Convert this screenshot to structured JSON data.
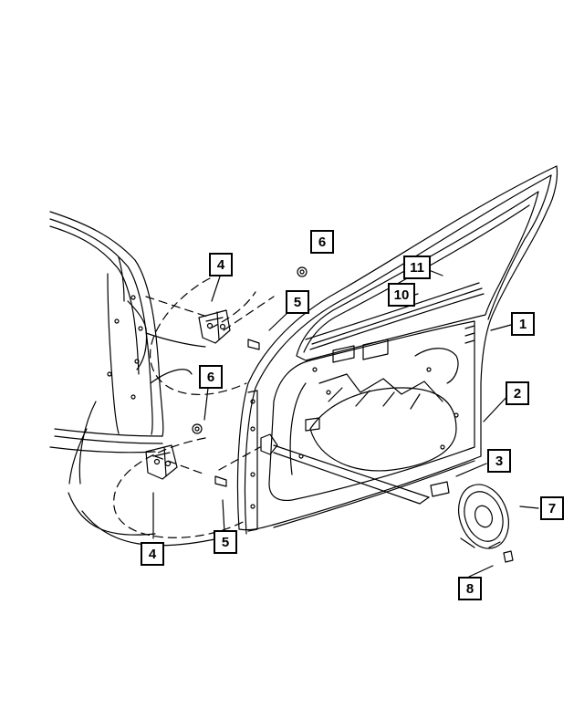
{
  "diagram": {
    "callouts": [
      "1",
      "2",
      "3",
      "4",
      "4",
      "5",
      "5",
      "6",
      "6",
      "7",
      "8",
      "10",
      "11"
    ]
  }
}
